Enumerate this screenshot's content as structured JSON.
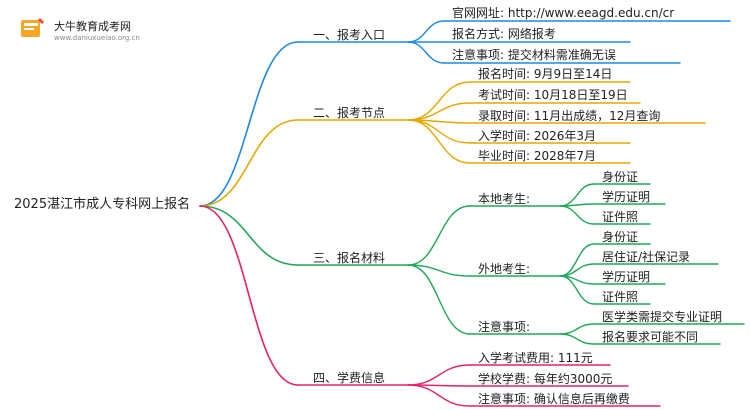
{
  "logo": {
    "title": "大牛教育成考网",
    "url": "www.daniuxueiao.org.cn",
    "colors": {
      "primary": "#f5a623",
      "secondary": "#e94b35"
    }
  },
  "root": {
    "label": "2025湛江市成人专科网上报名"
  },
  "branches": [
    {
      "label": "一、报考入口",
      "color": "#1e88e5",
      "items": [
        {
          "label": "官网网址: http://www.eeagd.edu.cn/cr"
        },
        {
          "label": "报名方式: 网络报考"
        },
        {
          "label": "注意事项: 提交材料需准确无误"
        }
      ]
    },
    {
      "label": "二、报考节点",
      "color": "#e6a700",
      "items": [
        {
          "label": "报名时间: 9月9日至14日"
        },
        {
          "label": "考试时间: 10月18日至19日"
        },
        {
          "label": "录取时间: 11月出成绩，12月查询"
        },
        {
          "label": "入学时间: 2026年3月"
        },
        {
          "label": "毕业时间: 2028年7月"
        }
      ]
    },
    {
      "label": "三、报名材料",
      "color": "#22a65a",
      "items": [
        {
          "label": "本地考生:",
          "children": [
            {
              "label": "身份证"
            },
            {
              "label": "学历证明"
            },
            {
              "label": "证件照"
            }
          ]
        },
        {
          "label": "外地考生:",
          "children": [
            {
              "label": "身份证"
            },
            {
              "label": "居住证/社保记录"
            },
            {
              "label": "学历证明"
            },
            {
              "label": "证件照"
            }
          ]
        },
        {
          "label": "注意事项:",
          "children": [
            {
              "label": "医学类需提交专业证明"
            },
            {
              "label": "报名要求可能不同"
            }
          ]
        }
      ]
    },
    {
      "label": "四、学费信息",
      "color": "#e5226b",
      "items": [
        {
          "label": "入学考试费用: 111元"
        },
        {
          "label": "学校学费: 每年约3000元"
        },
        {
          "label": "注意事项: 确认信息后再缴费"
        }
      ]
    }
  ]
}
